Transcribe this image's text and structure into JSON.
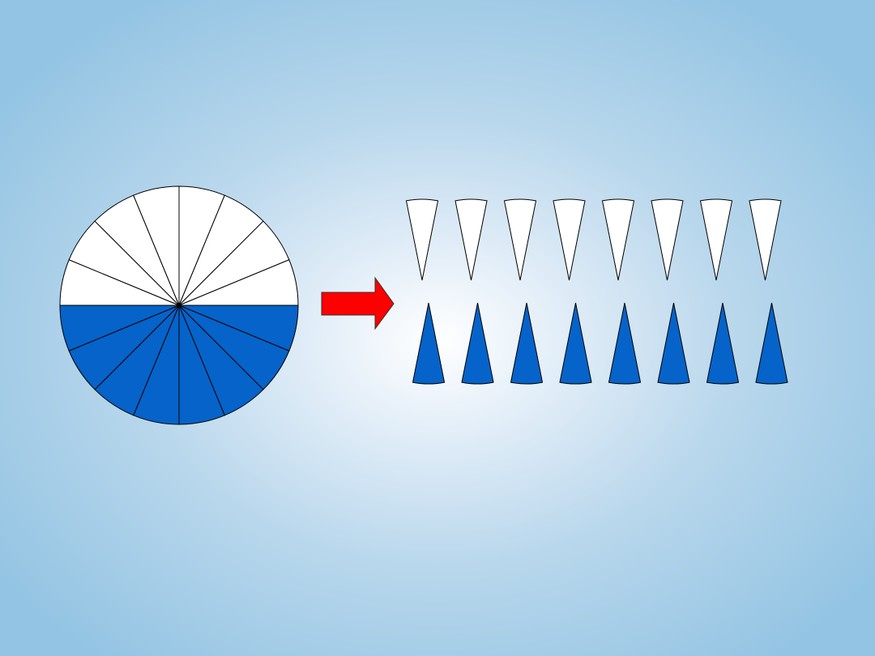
{
  "diagram": {
    "description_free": true,
    "circle": {
      "sectors": 16,
      "top_half_color": "#ffffff",
      "bottom_half_color": "#0563c9",
      "stroke_color": "#000000"
    },
    "arrow": {
      "fill_color": "#ff0000",
      "stroke_color": "#333333"
    },
    "rearranged_rows": {
      "top_row_count": 8,
      "bottom_row_count": 8,
      "top_row_color": "#ffffff",
      "bottom_row_color": "#0563c9"
    },
    "background": {
      "center_color": "#ffffff",
      "edge_color": "#93c4e3"
    }
  }
}
